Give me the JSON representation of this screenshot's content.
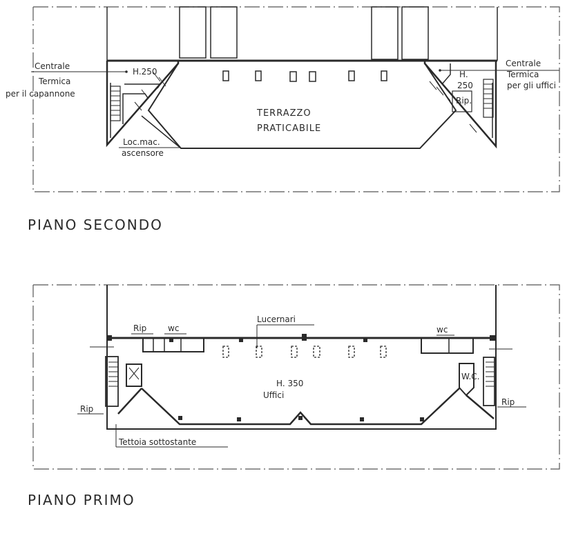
{
  "plans": [
    {
      "title": "PIANO SECONDO",
      "labels": {
        "centrale_left_1": "Centrale",
        "centrale_left_2": "Termica",
        "centrale_left_3": "per il capannone",
        "height_left": "H.250",
        "loc_mac_1": "Loc.mac.",
        "loc_mac_2": "ascensore",
        "terrace_1": "TERRAZZO",
        "terrace_2": "PRATICABILE",
        "centrale_right_1": "Centrale",
        "centrale_right_2": "Termica",
        "centrale_right_3": "per gli uffici",
        "height_right_1": "H.",
        "height_right_2": "250",
        "rip_right": "Rip."
      }
    },
    {
      "title": "PIANO PRIMO",
      "labels": {
        "rip_top": "Rip",
        "wc_left": "wc",
        "lucernari": "Lucernari",
        "wc_right": "wc",
        "height": "H. 350",
        "uffici": "Uffici",
        "rip_left": "Rip",
        "rip_right": "Rip",
        "wc_vertical": "W.C.",
        "tettoia": "Tettoia sottostante"
      }
    }
  ],
  "colors": {
    "ink": "#2a2a2a",
    "paper": "#ffffff"
  }
}
